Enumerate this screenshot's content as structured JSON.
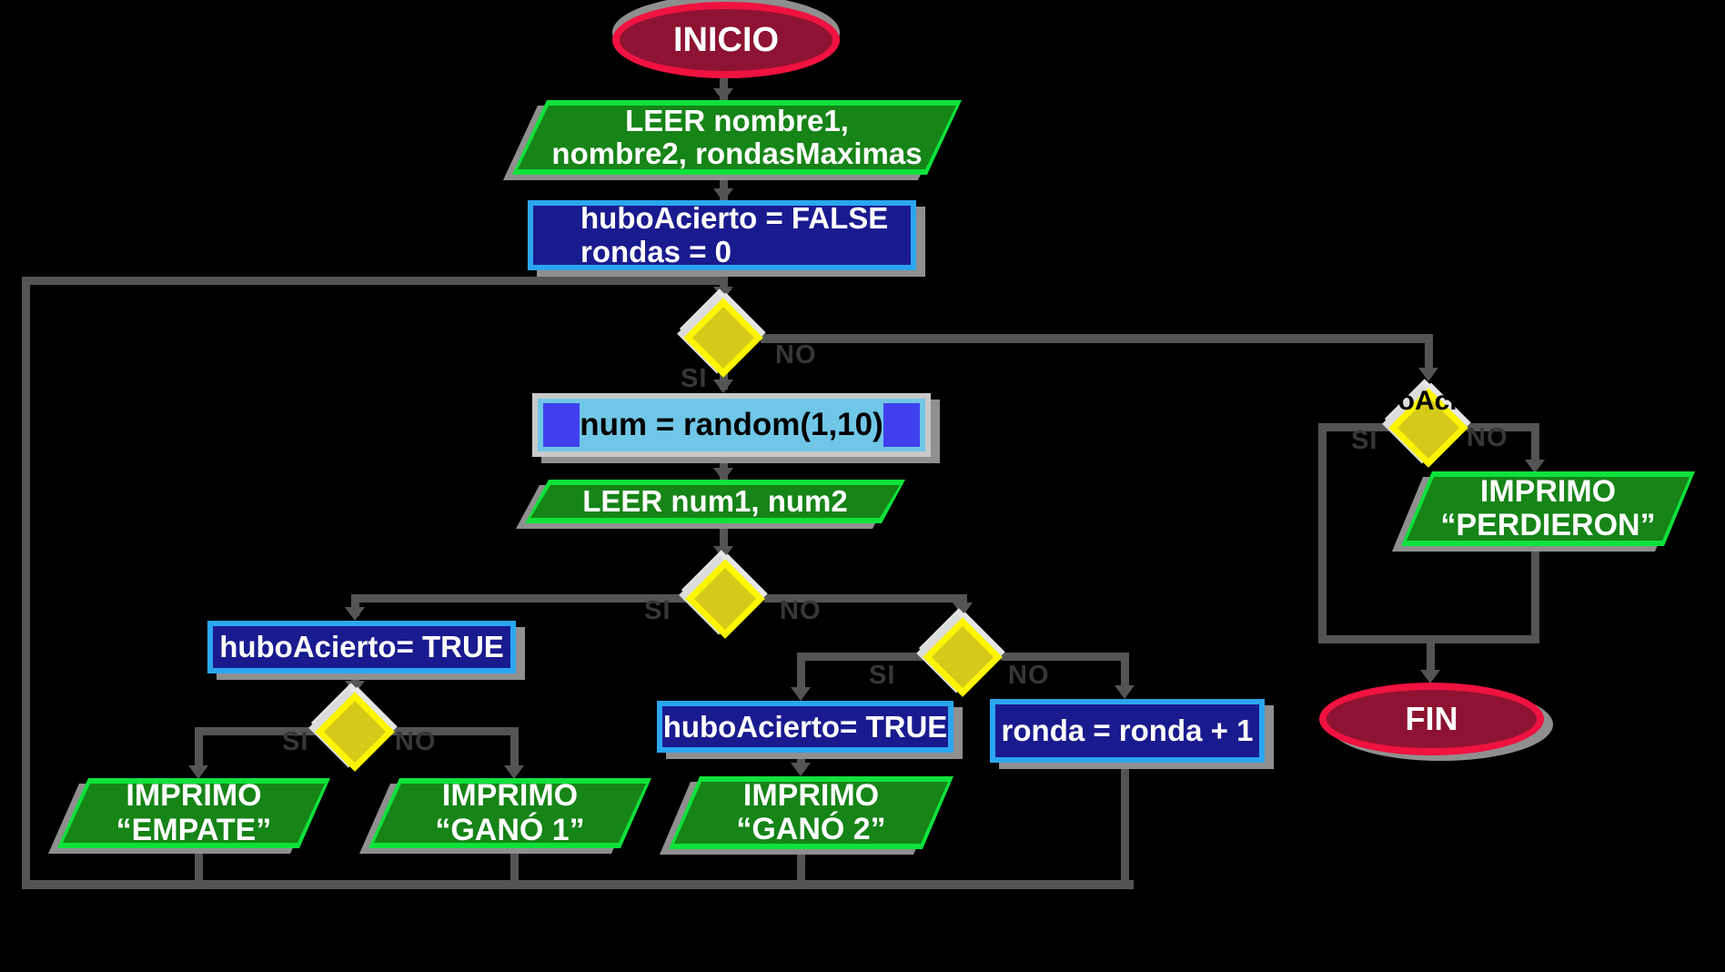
{
  "colors": {
    "bg": "#000000",
    "line": "#545454",
    "label": "#373737",
    "term_fill": "#8e1332",
    "term_border": "#f01240",
    "proc_fill": "#1a1a8f",
    "proc_border": "#2ba6ee",
    "io_fill": "#168417",
    "io_border": "#0ee23b",
    "dec_fill": "#d5c91a",
    "dec_border": "#fdf502",
    "sub_fill": "#70c6e6",
    "sub_border": "#c9c9c9",
    "sub_bar": "#4040ee"
  },
  "nodes": {
    "start": {
      "label": "INICIO"
    },
    "read_names": {
      "line1": "LEER nombre1,",
      "line2": "nombre2, rondasMaximas"
    },
    "init_vars": {
      "line1": "huboAcierto = FALSE",
      "line2": "rondas = 0"
    },
    "random": {
      "label": "num = random(1,10)"
    },
    "read_nums": {
      "label": "LEER num1, num2"
    },
    "set_true_1": {
      "label": "huboAcierto= TRUE"
    },
    "print_empate": {
      "line1": "IMPRIMO",
      "line2": "“EMPATE”"
    },
    "print_gano1": {
      "line1": "IMPRIMO",
      "line2": "“GANÓ 1”"
    },
    "set_true_2": {
      "label": "huboAcierto= TRUE"
    },
    "print_gano2": {
      "line1": "IMPRIMO",
      "line2": "“GANÓ 2”"
    },
    "increment": {
      "label": "ronda = ronda + 1"
    },
    "end_condition": {
      "label": "huboAcierto"
    },
    "print_perdieron": {
      "line1": "IMPRIMO",
      "line2": "“PERDIERON”"
    },
    "end": {
      "label": "FIN"
    }
  },
  "edge_labels": {
    "d1_si": "SI",
    "d1_no": "NO",
    "d2_si": "SI",
    "d2_no": "NO",
    "d3_si": "SI",
    "d3_no": "NO",
    "d4_si": "SI",
    "d4_no": "NO",
    "d5_si": "SI",
    "d5_no": "NO"
  }
}
